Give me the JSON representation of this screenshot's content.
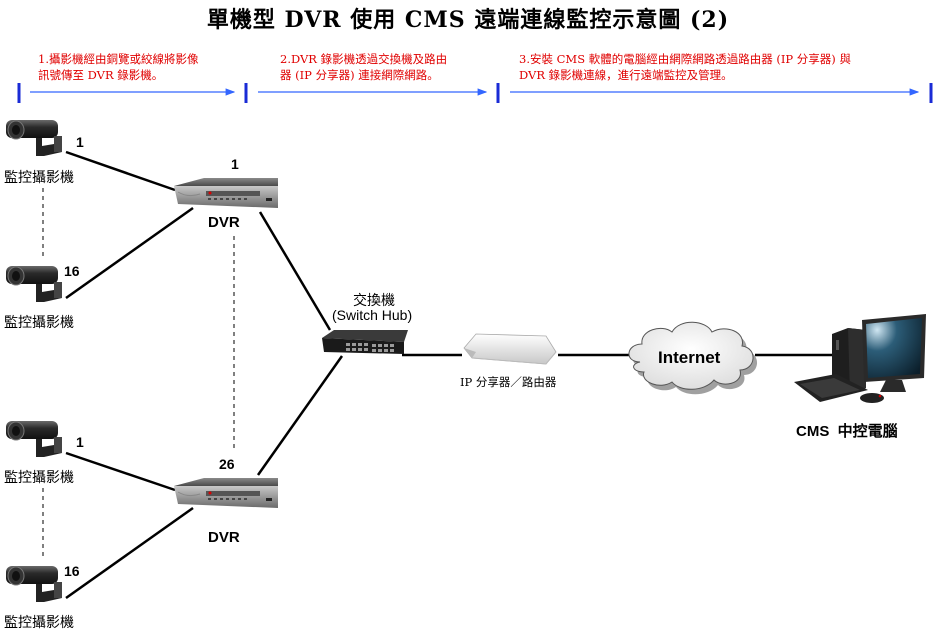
{
  "title": "單機型 DVR 使用 CMS 遠端連線監控示意圖 (2)",
  "steps": [
    {
      "line1": "1.攝影機經由銅覽或絞線將影像",
      "line2": "訊號傳至 DVR 錄影機。"
    },
    {
      "line1": "2.DVR 錄影機透過交換機及路由",
      "line2": "器 (IP 分享器) 連接網際網路。"
    },
    {
      "line1": "3.安裝 CMS 軟體的電腦經由網際網路透過路由器 (IP 分享器) 與",
      "line2": "DVR 錄影機連線，進行遠端監控及管理。"
    }
  ],
  "cameras": [
    {
      "label": "監控攝影機",
      "channel": "1"
    },
    {
      "label": "監控攝影機",
      "channel": "16"
    },
    {
      "label": "監控攝影機",
      "channel": "1"
    },
    {
      "label": "監控攝影機",
      "channel": "16"
    }
  ],
  "dvrs": [
    {
      "label": "DVR",
      "number": "1"
    },
    {
      "label": "DVR",
      "number": "26"
    }
  ],
  "switch": {
    "label_cn": "交換機",
    "label_en": "(Switch Hub)"
  },
  "router": {
    "label": "IP 分享器／路由器"
  },
  "internet": {
    "label": "Internet"
  },
  "cms": {
    "label": "CMS  中控電腦"
  },
  "colors": {
    "note_text": "#e00000",
    "arrow": "#3366ff",
    "divider": "#1a2bd6"
  }
}
